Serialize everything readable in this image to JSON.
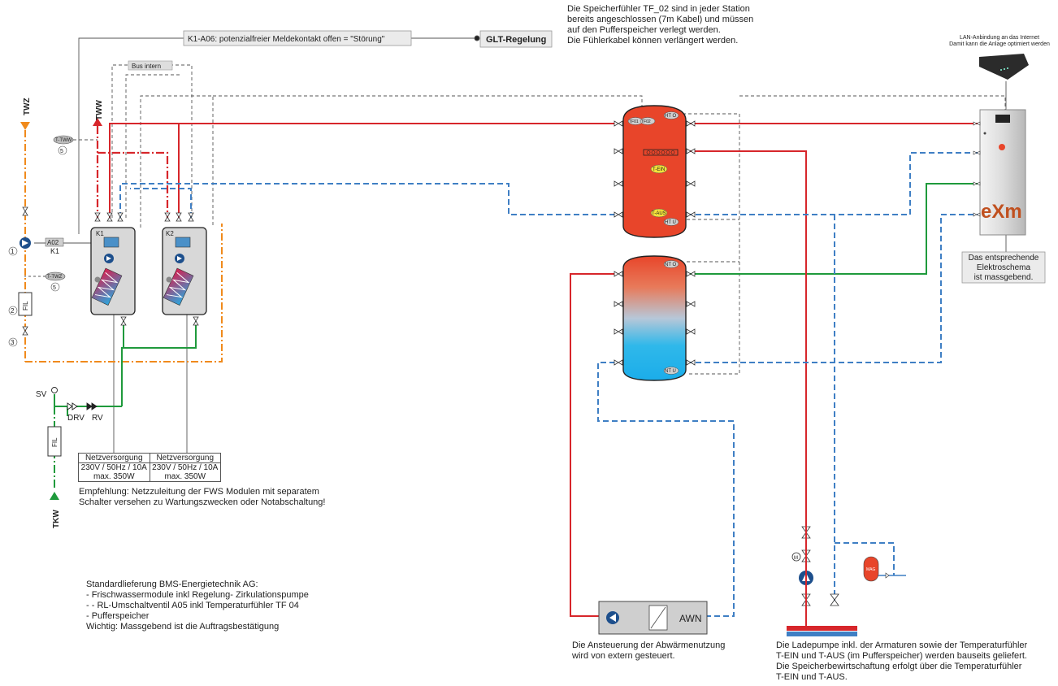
{
  "notes": {
    "top_right": "Die Speicherfühler TF_02 sind in jeder Station\nbereits angeschlossen (7m Kabel) und müssen\nauf den Pufferspeicher verlegt werden.\nDie Fühlerkabel können verlängert werden.",
    "lan": "LAN-Anbindung an das Internet\nDamit kann die Anlage optimiert werden",
    "elektroschema": "Das entsprechende\nElektroschema\nist massgebend.",
    "empfehlung": "Empfehlung: Netzzuleitung der FWS Modulen mit separatem\nSchalter versehen zu Wartungszwecken oder Notabschaltung!",
    "standard": "Standardlieferung BMS-Energietechnik AG:\n- Frischwassermodule inkl Regelung- Zirkulationspumpe\n- - RL-Umschaltventil A05 inkl Temperaturfühler TF 04\n- Pufferspeicher\nWichtig: Massgebend ist die Auftragsbestätigung",
    "ansteuerung": "Die Ansteuerung der Abwärmenutzung\nwird von extern gesteuert.",
    "ladepumpe": "Die Ladepumpe inkl. der Armaturen sowie der Temperaturfühler\nT-EIN und T-AUS (im Pufferspeicher) werden bauseits geliefert.\nDie Speicherbewirtschaftung erfolgt über die Temperaturfühler\nT-EIN und T-AUS."
  },
  "labels": {
    "k1_a06": "K1-A06: potenzialfreier Meldekontakt offen = \"Störung\"",
    "glt": "GLT-Regelung",
    "bus_intern": "Bus intern",
    "twz": "TWZ",
    "tww": "TWW",
    "tkw": "TKW",
    "t_tww": "T-TWW",
    "t_twz": "T-TWZ",
    "five": "5",
    "num1": "1",
    "num2": "2",
    "num3": "3",
    "a02": "A02",
    "k1": "K1",
    "k1_module": "K1",
    "k2_module": "K2",
    "fil": "FIL",
    "sv": "SV",
    "drv": "DRV",
    "rv": "RV",
    "tf01": "TF01",
    "tf02": "TF02",
    "ht_o": "HT O",
    "ht_u": "HT U",
    "nt_o": "NT O",
    "nt_u": "NT U",
    "t_ein": "T-EIN",
    "t_aus": "T-AUS",
    "awn": "AWN",
    "mag": "MAG",
    "m": "M",
    "exm": "eXm"
  },
  "netz": [
    {
      "title": "Netzversorgung",
      "spec": "230V / 50Hz / 10A",
      "power": "max. 350W"
    },
    {
      "title": "Netzversorgung",
      "spec": "230V / 50Hz / 10A",
      "power": "max. 350W"
    }
  ],
  "colors": {
    "hot": "#d7262b",
    "cold": "#1f9a3c",
    "return_blue": "#3f7fc4",
    "circulation": "#f08a1c",
    "tank_red": "#e8452a",
    "tank_blue": "#1bb2ea",
    "pump_blue": "#1d4f8c"
  }
}
